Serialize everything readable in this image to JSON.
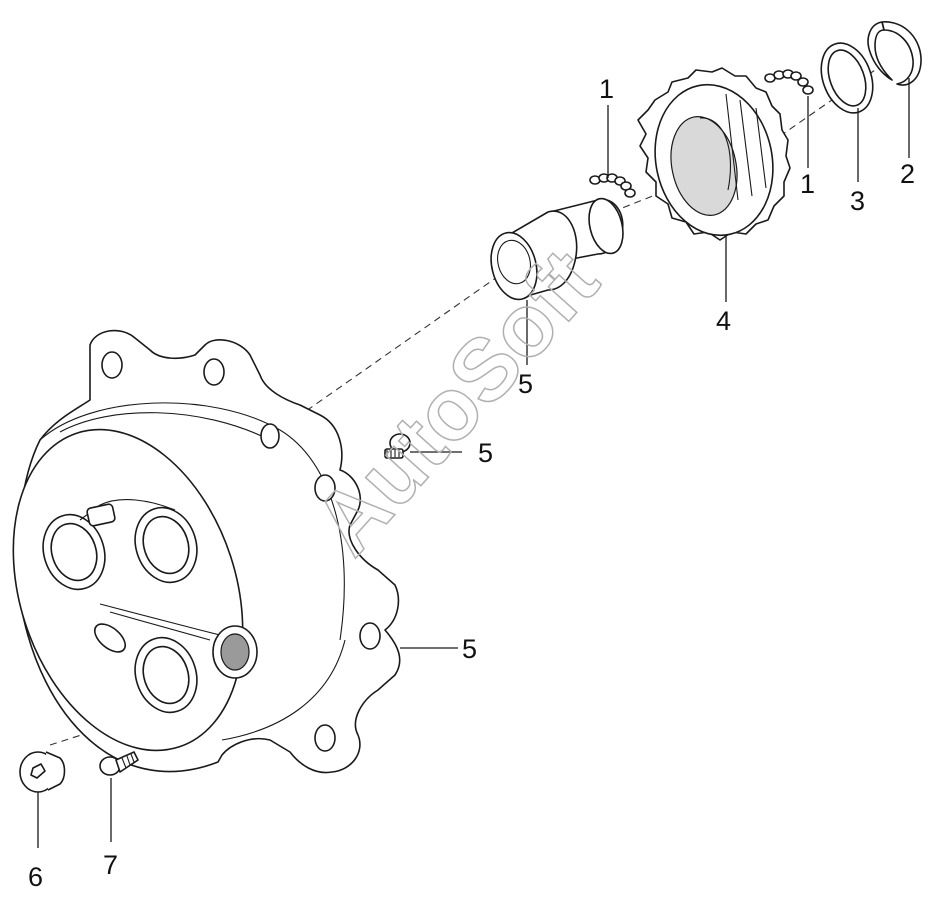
{
  "callouts": [
    {
      "id": "c1a",
      "text": "1"
    },
    {
      "id": "c1b",
      "text": "1"
    },
    {
      "id": "c2",
      "text": "2"
    },
    {
      "id": "c3",
      "text": "3"
    },
    {
      "id": "c4",
      "text": "4"
    },
    {
      "id": "c5a",
      "text": "5"
    },
    {
      "id": "c5b",
      "text": "5"
    },
    {
      "id": "c5c",
      "text": "5"
    },
    {
      "id": "c6",
      "text": "6"
    },
    {
      "id": "c7",
      "text": "7"
    }
  ],
  "watermark": "AutoSoft"
}
